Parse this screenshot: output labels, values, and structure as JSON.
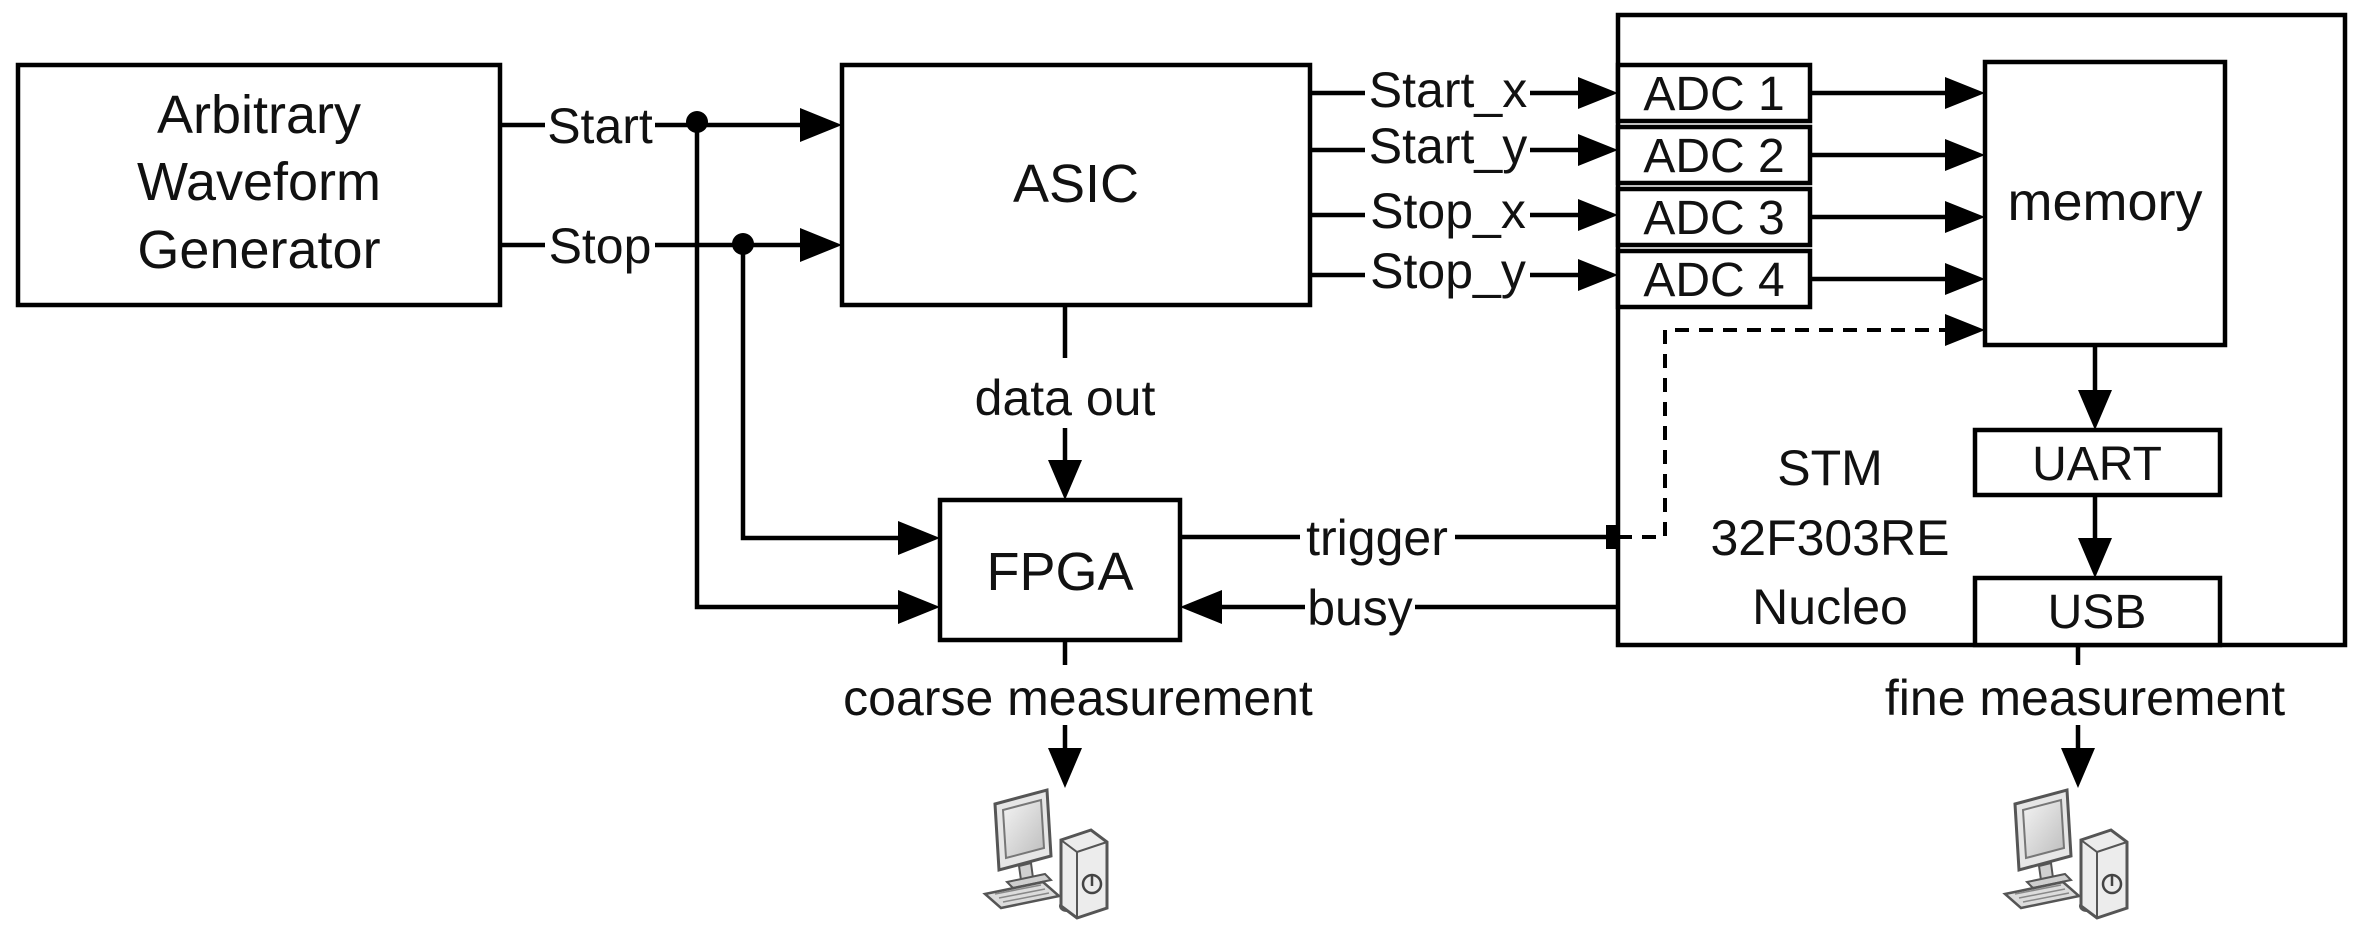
{
  "blocks": {
    "awg": [
      "Arbitrary",
      "Waveform",
      "Generator"
    ],
    "asic": "ASIC",
    "fpga": "FPGA",
    "memory": "memory",
    "uart": "UART",
    "usb": "USB",
    "adc": [
      "ADC 1",
      "ADC 2",
      "ADC 3",
      "ADC 4"
    ],
    "stm": [
      "STM",
      "32F303RE",
      "Nucleo"
    ]
  },
  "signals": {
    "start": "Start",
    "stop": "Stop",
    "asic_outputs": [
      "Start_x",
      "Start_y",
      "Stop_x",
      "Stop_y"
    ],
    "data_out": "data out",
    "trigger": "trigger",
    "busy": "busy"
  },
  "outputs": {
    "coarse": "coarse measurement",
    "fine": "fine measurement"
  },
  "icons": [
    "computer-icon",
    "computer-icon"
  ]
}
